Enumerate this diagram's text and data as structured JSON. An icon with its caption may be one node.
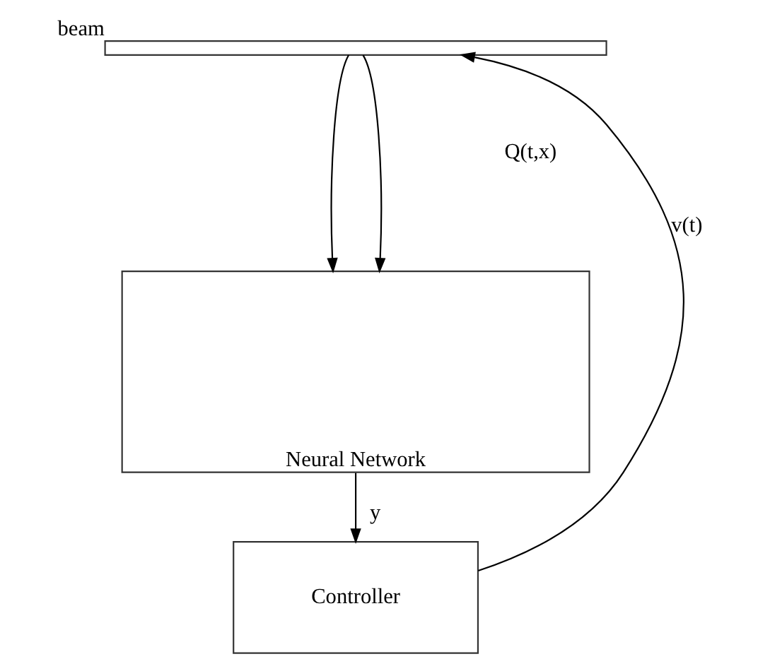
{
  "diagram": {
    "nodes": [
      {
        "text": [
          "beam"
        ]
      },
      {
        "text": [
          "Neural Network"
        ]
      },
      {
        "text": [
          "Controller"
        ]
      }
    ],
    "edges": [
      {
        "from": 0,
        "to": 1,
        "arrow": "to"
      },
      {
        "from": 0,
        "to": 1,
        "arrow": "to"
      },
      {
        "from": 1,
        "to": 2,
        "arrow": "to",
        "label": "y"
      },
      {
        "from": 2,
        "to": 0,
        "arrow": "to",
        "label": "v(t)"
      }
    ],
    "labels": [
      "Q(t,x)"
    ]
  }
}
